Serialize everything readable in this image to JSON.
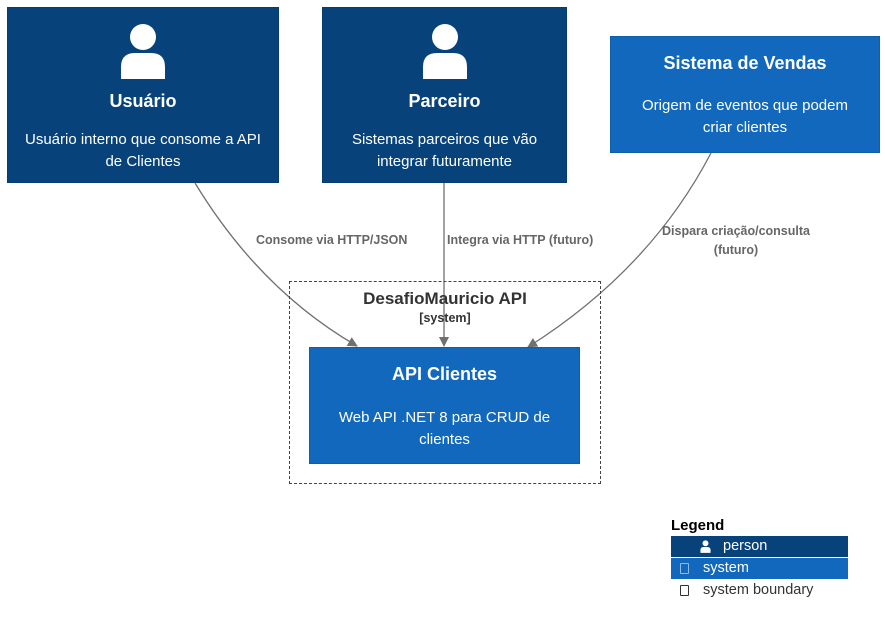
{
  "nodes": {
    "usuario": {
      "title": "Usuário",
      "description": "Usuário interno que consome a API de Clientes",
      "icon": "person-icon"
    },
    "parceiro": {
      "title": "Parceiro",
      "description": "Sistemas parceiros que vão integrar futuramente",
      "icon": "person-icon"
    },
    "sistema_vendas": {
      "title": "Sistema de Vendas",
      "description": "Origem de eventos que podem criar clientes"
    },
    "api_clientes": {
      "title": "API Clientes",
      "description": "Web API .NET 8 para CRUD de clientes"
    }
  },
  "boundary": {
    "title": "DesafioMauricio API",
    "type": "[system]"
  },
  "relationships": {
    "usuario_api": {
      "label": "Consome via HTTP/JSON"
    },
    "parceiro_api": {
      "label": "Integra via HTTP (futuro)"
    },
    "vendas_api": {
      "label_line1": "Dispara criação/consulta",
      "label_line2": "(futuro)"
    }
  },
  "legend": {
    "title": "Legend",
    "person": "person",
    "system": "system",
    "system_boundary": "system boundary"
  },
  "colors": {
    "person": "#08427b",
    "system": "#1168bd",
    "edge": "#707070",
    "edge_label": "#666666",
    "boundary": "#444444"
  }
}
